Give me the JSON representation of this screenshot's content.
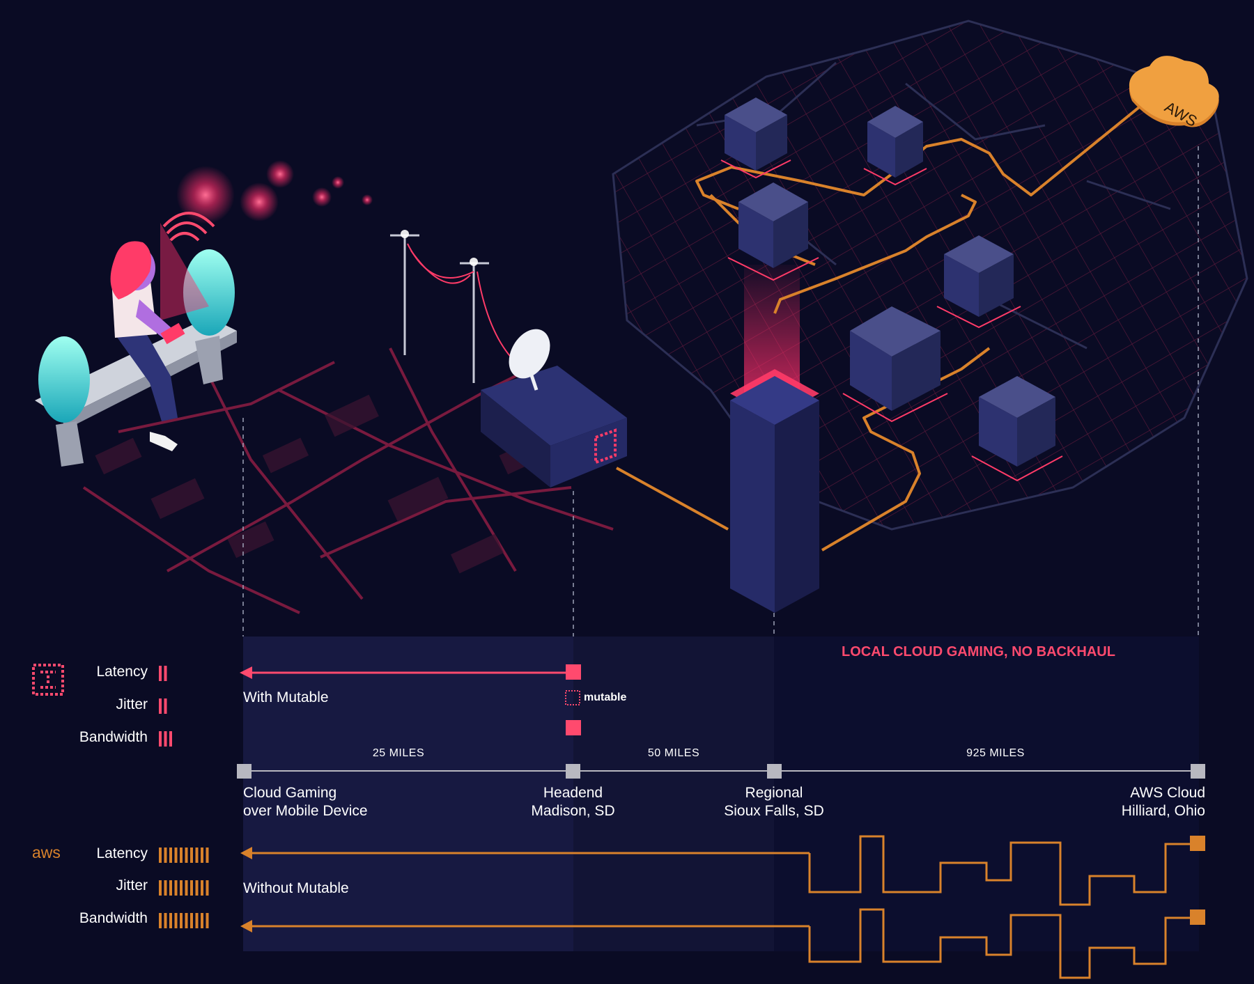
{
  "banner": {
    "text": "LOCAL CLOUD GAMING, NO BACKHAUL",
    "color": "#ff4a6e"
  },
  "with_mutable": {
    "label": "With Mutable",
    "brand": "mutable",
    "color": "#ff4a6e",
    "metrics": [
      {
        "name": "Latency",
        "bars": 2
      },
      {
        "name": "Jitter",
        "bars": 2
      },
      {
        "name": "Bandwidth",
        "bars": 3
      }
    ]
  },
  "without_mutable": {
    "label": "Without Mutable",
    "brand": "aws",
    "color": "#d9822b",
    "metrics": [
      {
        "name": "Latency",
        "bars": 10
      },
      {
        "name": "Jitter",
        "bars": 10
      },
      {
        "name": "Bandwidth",
        "bars": 10
      }
    ]
  },
  "distances": [
    "25 MILES",
    "50 MILES",
    "925 MILES"
  ],
  "nodes": [
    {
      "line1": "Cloud Gaming",
      "line2": "over Mobile Device"
    },
    {
      "line1": "Headend",
      "line2": "Madison, SD"
    },
    {
      "line1": "Regional",
      "line2": "Sioux Falls, SD"
    },
    {
      "line1": "AWS Cloud",
      "line2": "Hilliard, Ohio"
    }
  ],
  "illustration": {
    "cloud_label": "AWS"
  },
  "colors": {
    "background": "#0a0b24",
    "accent_pink": "#ff4a6e",
    "accent_orange": "#d9822b",
    "node_gray": "#b8b8c0"
  }
}
